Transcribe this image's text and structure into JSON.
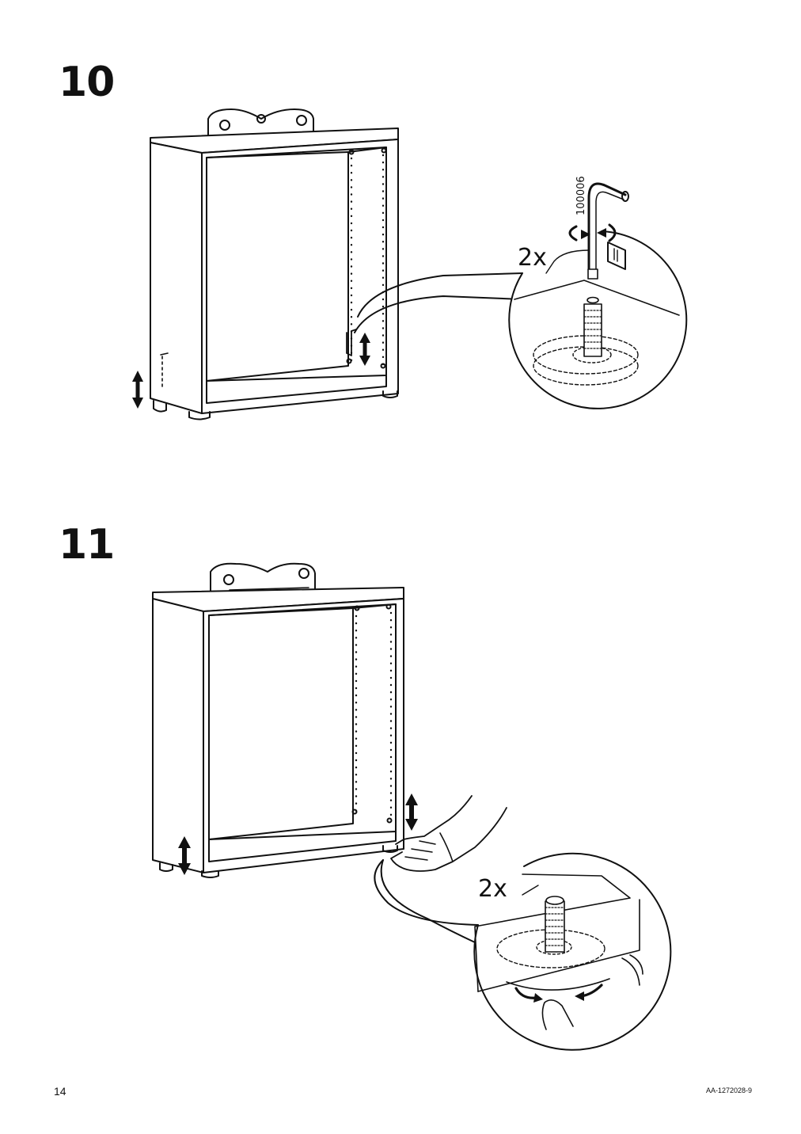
{
  "steps": [
    {
      "number": "10",
      "quantity": "2x",
      "tool_code": "100006"
    },
    {
      "number": "11",
      "quantity": "2x"
    }
  ],
  "footer": {
    "page_number": "14",
    "doc_ref": "AA-1272028-9"
  }
}
